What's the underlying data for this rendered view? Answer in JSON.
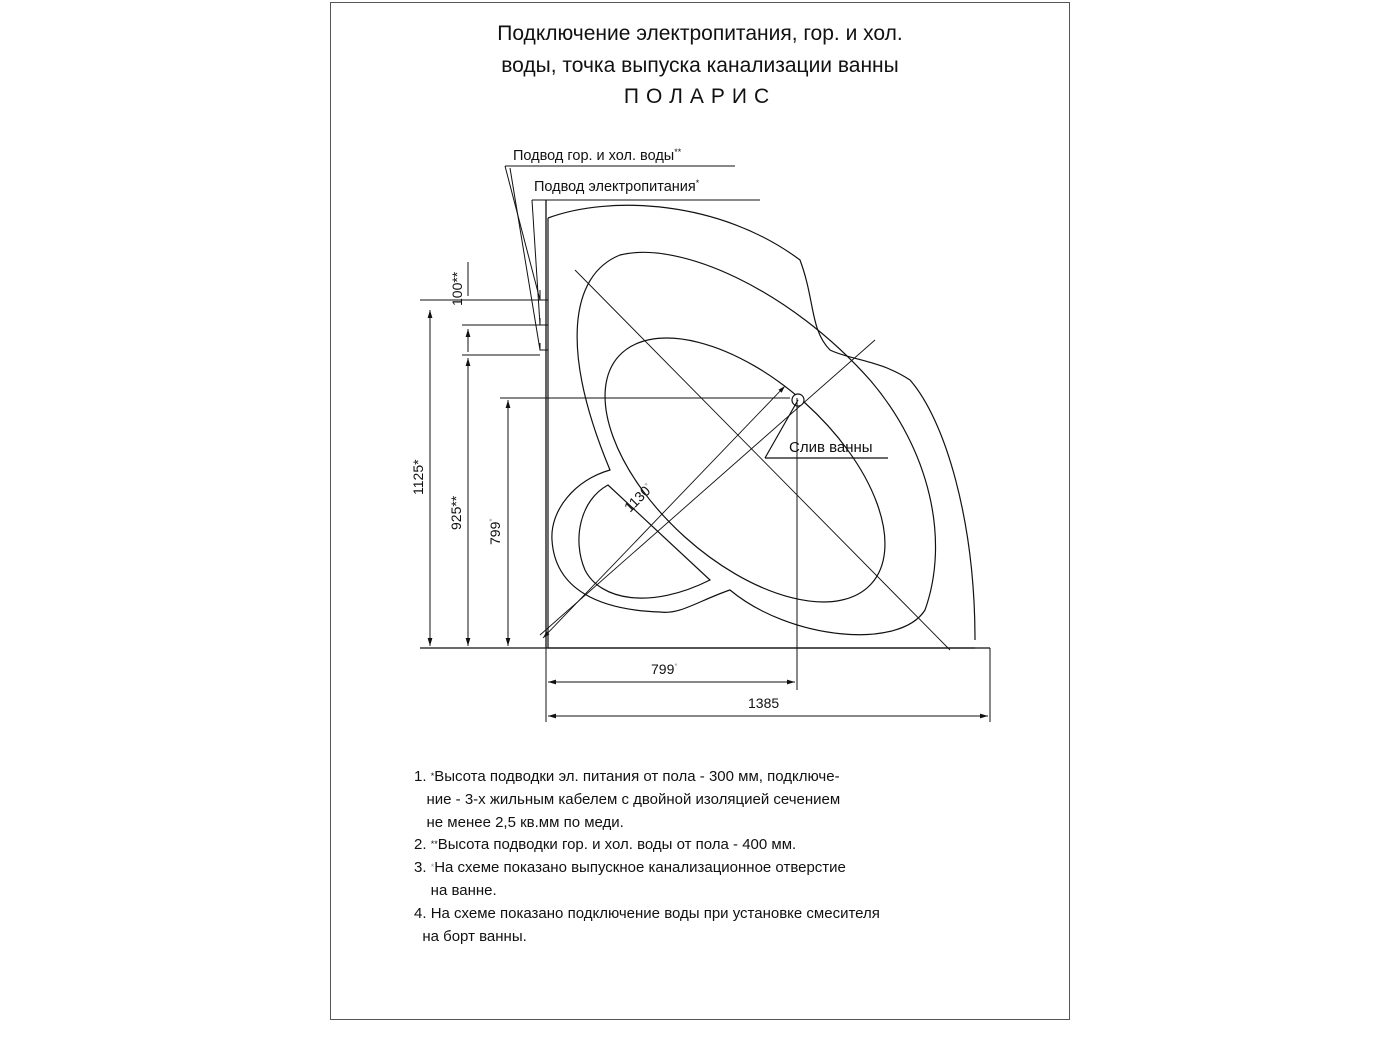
{
  "title": {
    "line1": "Подключение электропитания, гор. и хол.",
    "line2": "воды, точка выпуска канализации ванны",
    "model": "ПОЛАРИС"
  },
  "labels": {
    "water_supply": "Подвод гор. и хол. воды",
    "water_supply_mark": "**",
    "power_supply": "Подвод электропитания",
    "power_supply_mark": "*",
    "drain": "Слив ванны"
  },
  "dimensions": {
    "water_offset": "100**",
    "power_height": "1125*",
    "water_height": "925**",
    "drain_y": "799",
    "drain_x": "799",
    "drain_mark": "*",
    "diagonal": "1130",
    "width": "1385"
  },
  "notes": [
    {
      "num": "1.",
      "mark": "*",
      "text": "Высота подводки эл. питания от пола - 300 мм, подключе-"
    },
    {
      "num": "",
      "mark": "",
      "text": "   ние - 3-х жильным кабелем с двойной изоляцией сечением"
    },
    {
      "num": "",
      "mark": "",
      "text": "   не менее 2,5 кв.мм по меди."
    },
    {
      "num": "2.",
      "mark": "**",
      "text": "Высота подводки гор. и хол. воды от пола - 400 мм."
    },
    {
      "num": "3.",
      "mark": "*",
      "text": "На схеме показано выпускное канализационное отверстие"
    },
    {
      "num": "",
      "mark": "",
      "text": "    на ванне."
    },
    {
      "num": "4.",
      "mark": "",
      "text": "На схеме показано подключение воды при установке смесителя"
    },
    {
      "num": "",
      "mark": "",
      "text": "  на борт ванны."
    }
  ]
}
